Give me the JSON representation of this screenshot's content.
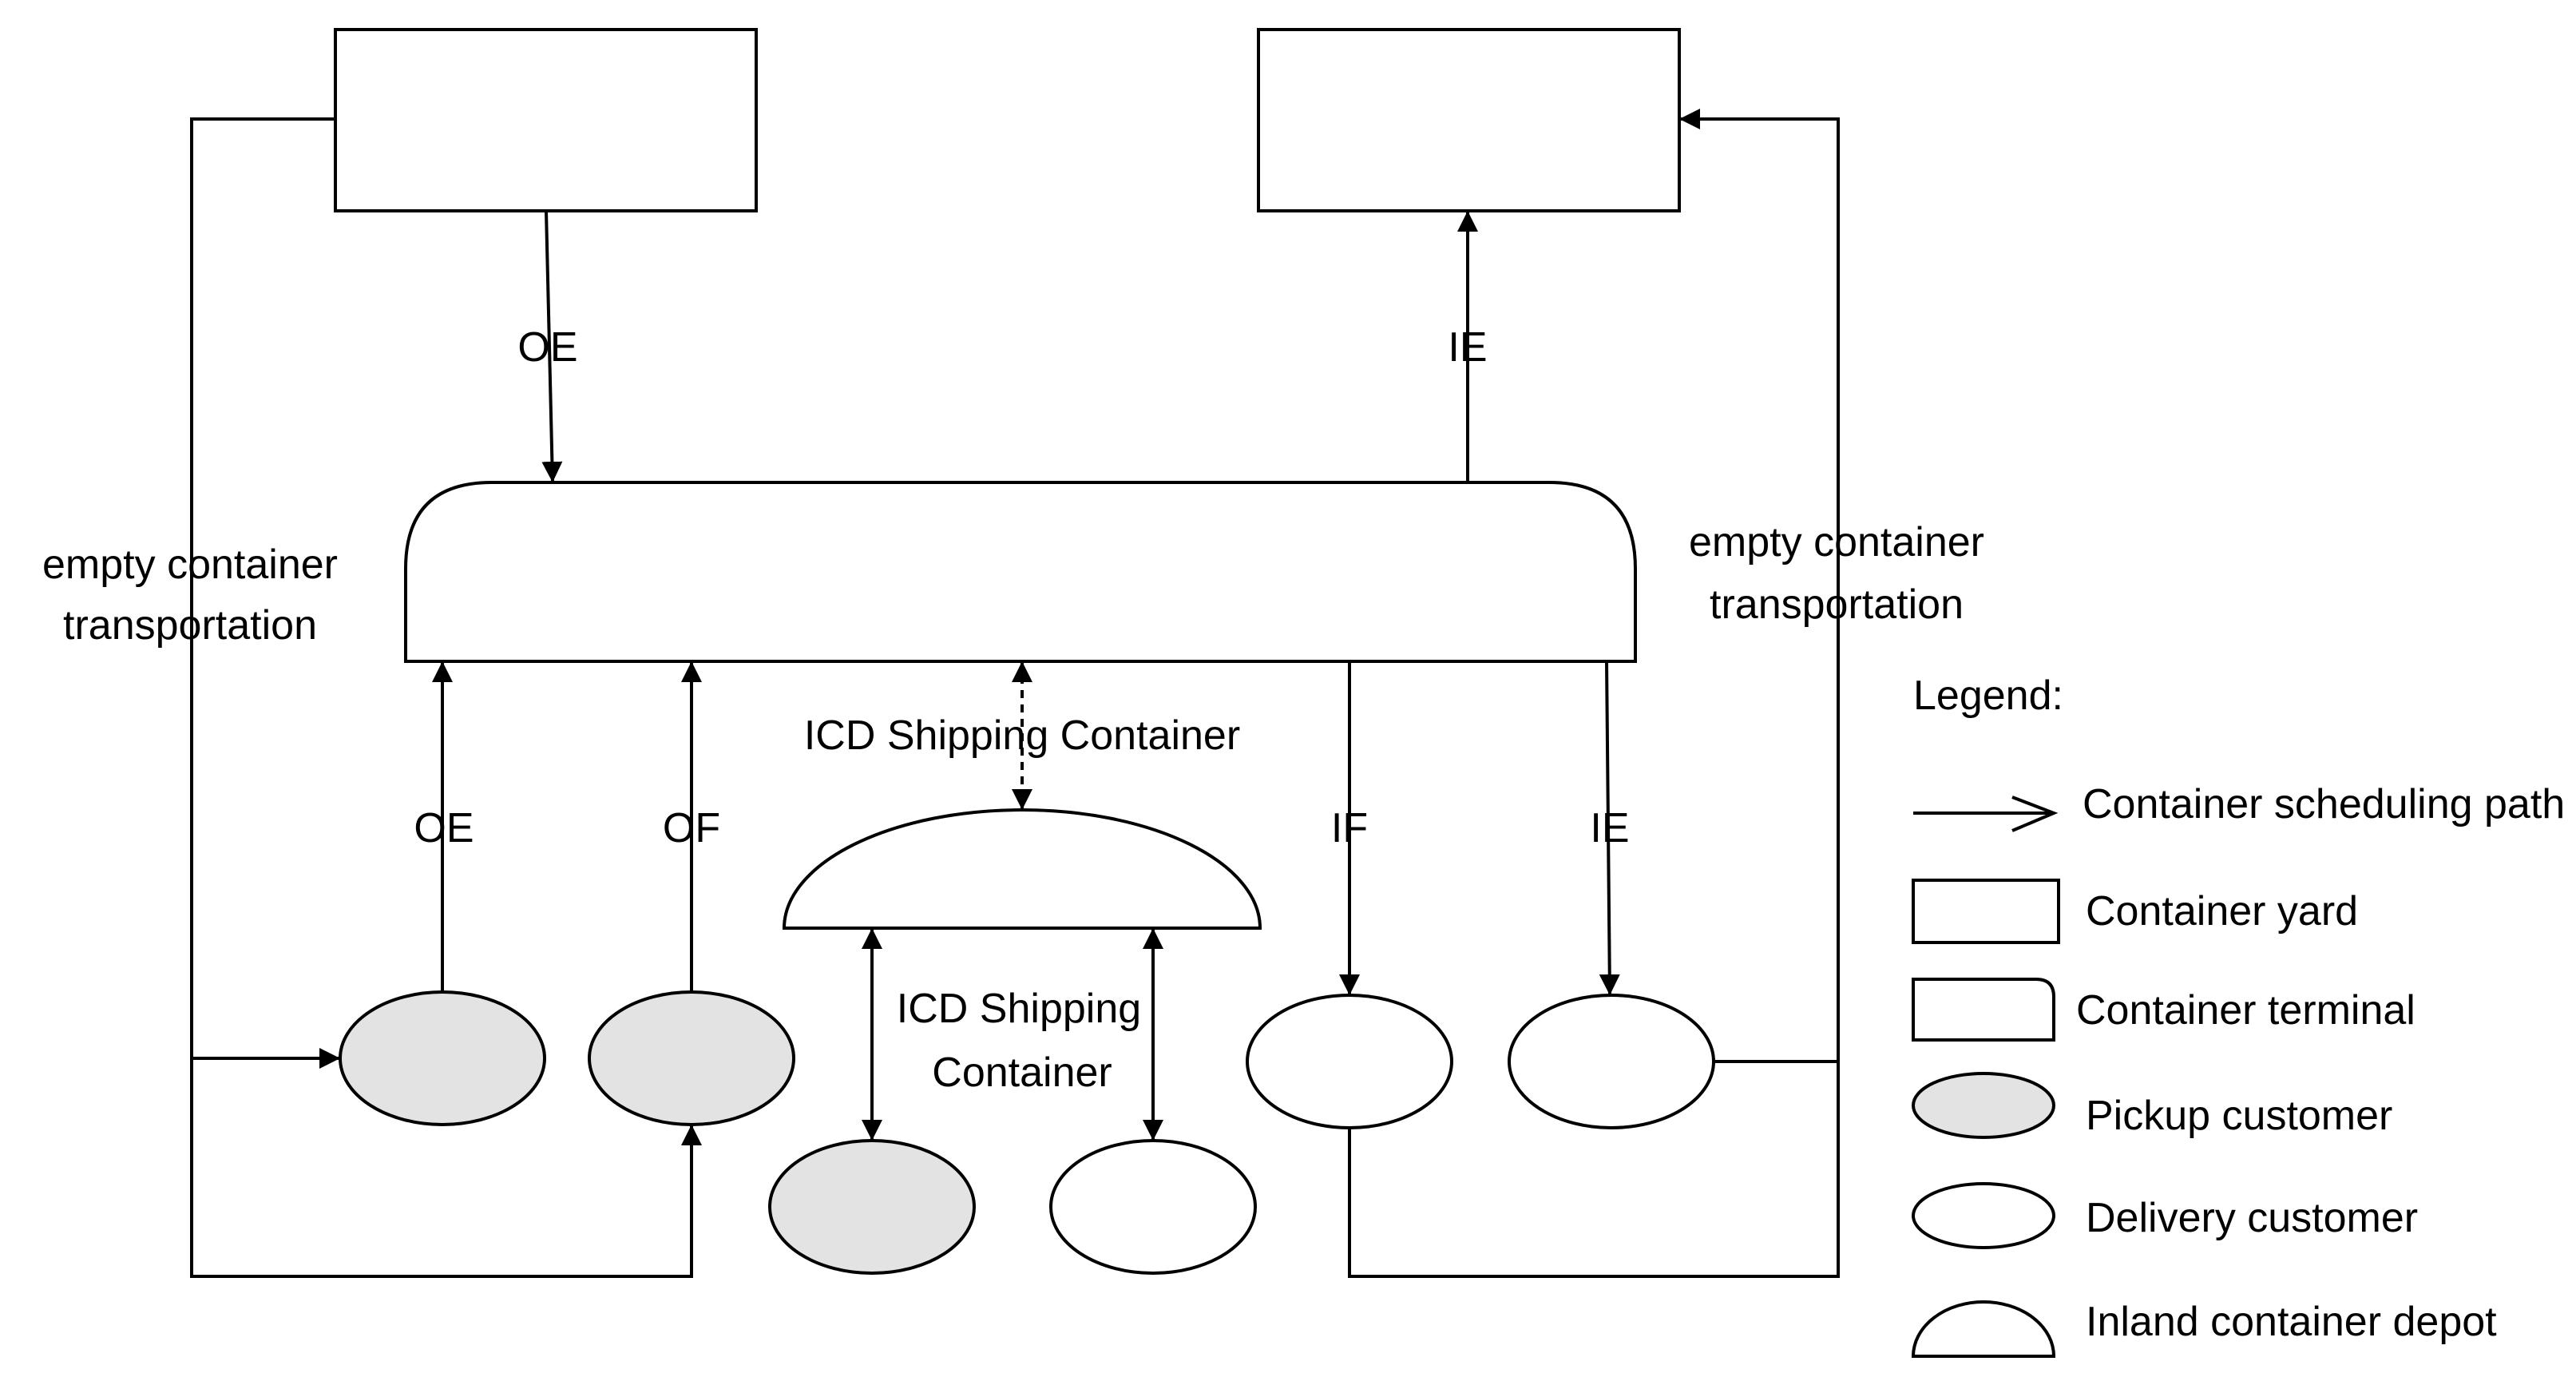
{
  "colors": {
    "stroke": "#000000",
    "pickup_fill": "#e3e3e3",
    "background": "#ffffff"
  },
  "labels": {
    "oe_top": "OE",
    "ie_top": "IE",
    "empty_left_line1": "empty container",
    "empty_left_line2": "transportation",
    "empty_right_line1": "empty container",
    "empty_right_line2": "transportation",
    "icd_shipping_top": "ICD Shipping Container",
    "oe_bottom": "OE",
    "of_bottom": "OF",
    "if_bottom": "IF",
    "ie_bottom": "IE",
    "icd_shipping_mid_line1": "ICD Shipping",
    "icd_shipping_mid_line2": "Container"
  },
  "legend": {
    "title": "Legend:",
    "items": [
      {
        "symbol": "arrow",
        "label": "Container scheduling path"
      },
      {
        "symbol": "rectangle",
        "label": "Container yard"
      },
      {
        "symbol": "rounded-rectangle",
        "label": "Container terminal"
      },
      {
        "symbol": "shaded-ellipse",
        "label": "Pickup customer"
      },
      {
        "symbol": "ellipse",
        "label": "Delivery customer"
      },
      {
        "symbol": "half-ellipse",
        "label": "Inland container depot"
      }
    ]
  }
}
